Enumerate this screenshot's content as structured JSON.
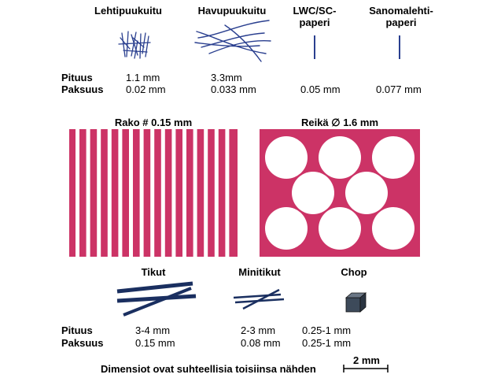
{
  "fibers": {
    "hardwood": {
      "title": "Lehtipuukuitu",
      "length": "1.1 mm",
      "thickness": "0.02 mm"
    },
    "softwood": {
      "title": "Havupuukuitu",
      "length": "3.3mm",
      "thickness": "0.033 mm"
    },
    "lwc": {
      "title_line1": "LWC/SC-",
      "title_line2": "paperi",
      "thickness": "0.05 mm"
    },
    "newsprint": {
      "title_line1": "Sanomalehti-",
      "title_line2": "paperi",
      "thickness": "0.077 mm"
    }
  },
  "row_labels": {
    "length": "Pituus",
    "thickness": "Paksuus"
  },
  "screens": {
    "slot": {
      "title": "Rako # 0.15 mm"
    },
    "hole": {
      "title": "Reikä ∅ 1.6 mm"
    }
  },
  "shives": {
    "sticks": {
      "title": "Tikut",
      "length": "3-4 mm",
      "thickness": "0.15 mm"
    },
    "mini": {
      "title": "Minitikut",
      "length": "2-3 mm",
      "thickness": "0.08 mm"
    },
    "chop": {
      "title": "Chop",
      "length": "0.25-1 mm",
      "thickness": "0.25-1 mm"
    }
  },
  "footer": {
    "note": "Dimensiot ovat suhteellisia toisiinsa nähden",
    "scale_label": "2 mm"
  },
  "colors": {
    "screen": "#cc3366",
    "fiber": "#2a3f8f",
    "shive": "#1a2f60",
    "chop": "#3d4a5a"
  }
}
